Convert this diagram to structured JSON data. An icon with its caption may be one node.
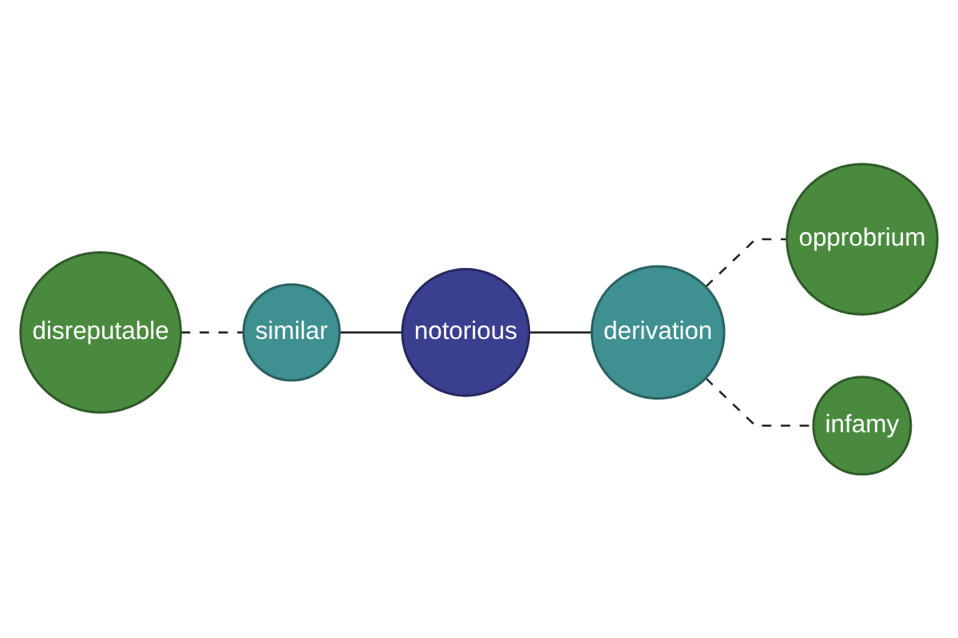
{
  "diagram": {
    "nodes": [
      {
        "text": [
          "opprobrium"
        ]
      },
      {
        "text": [
          "derivation"
        ]
      },
      {
        "text": [
          "infamy"
        ]
      },
      {
        "text": [
          "notorious"
        ]
      },
      {
        "text": [
          "similar"
        ]
      },
      {
        "text": [
          "disreputable"
        ]
      }
    ],
    "edges": [
      {
        "from": 5,
        "to": 4,
        "arrow": "none",
        "style": "dashed"
      },
      {
        "from": 4,
        "to": 3,
        "arrow": "none"
      },
      {
        "from": 3,
        "to": 1,
        "arrow": "none"
      },
      {
        "from": 1,
        "to": 0,
        "arrow": "none",
        "style": "dashed"
      },
      {
        "from": 1,
        "to": 2,
        "arrow": "none",
        "style": "dashed"
      }
    ]
  }
}
